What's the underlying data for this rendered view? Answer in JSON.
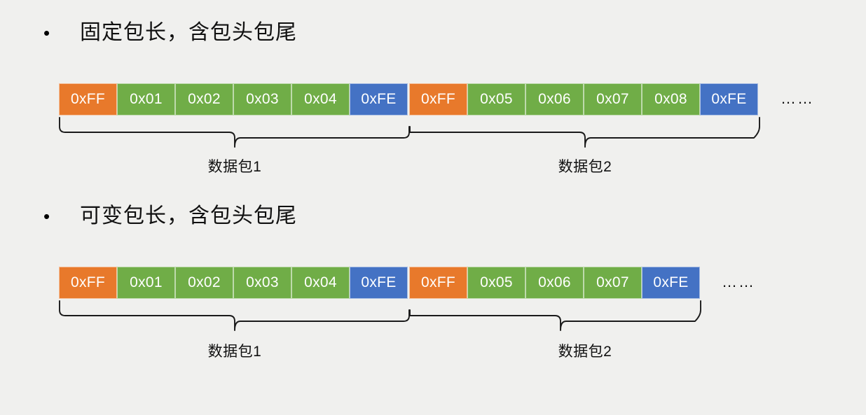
{
  "slide": {
    "background_color": "#F0F0EE",
    "bullet_glyph": "•",
    "ellipsis_glyph": "……"
  },
  "colors": {
    "header_orange": "#E8792B",
    "payload_green": "#70AD47",
    "footer_blue": "#4472C4",
    "text_white": "#FFFFFF",
    "text_black": "#111111"
  },
  "sections": [
    {
      "heading": "固定包长，含包头包尾",
      "packets": [
        {
          "label": "数据包1",
          "cells": [
            {
              "value": "0xFF",
              "role": "head"
            },
            {
              "value": "0x01",
              "role": "body"
            },
            {
              "value": "0x02",
              "role": "body"
            },
            {
              "value": "0x03",
              "role": "body"
            },
            {
              "value": "0x04",
              "role": "body"
            },
            {
              "value": "0xFE",
              "role": "tail"
            }
          ]
        },
        {
          "label": "数据包2",
          "cells": [
            {
              "value": "0xFF",
              "role": "head"
            },
            {
              "value": "0x05",
              "role": "body"
            },
            {
              "value": "0x06",
              "role": "body"
            },
            {
              "value": "0x07",
              "role": "body"
            },
            {
              "value": "0x08",
              "role": "body"
            },
            {
              "value": "0xFE",
              "role": "tail"
            }
          ]
        }
      ],
      "trailing_ellipsis": "……"
    },
    {
      "heading": "可变包长，含包头包尾",
      "packets": [
        {
          "label": "数据包1",
          "cells": [
            {
              "value": "0xFF",
              "role": "head"
            },
            {
              "value": "0x01",
              "role": "body"
            },
            {
              "value": "0x02",
              "role": "body"
            },
            {
              "value": "0x03",
              "role": "body"
            },
            {
              "value": "0x04",
              "role": "body"
            },
            {
              "value": "0xFE",
              "role": "tail"
            }
          ]
        },
        {
          "label": "数据包2",
          "cells": [
            {
              "value": "0xFF",
              "role": "head"
            },
            {
              "value": "0x05",
              "role": "body"
            },
            {
              "value": "0x06",
              "role": "body"
            },
            {
              "value": "0x07",
              "role": "body"
            },
            {
              "value": "0xFE",
              "role": "tail"
            }
          ]
        }
      ],
      "trailing_ellipsis": "……"
    }
  ]
}
